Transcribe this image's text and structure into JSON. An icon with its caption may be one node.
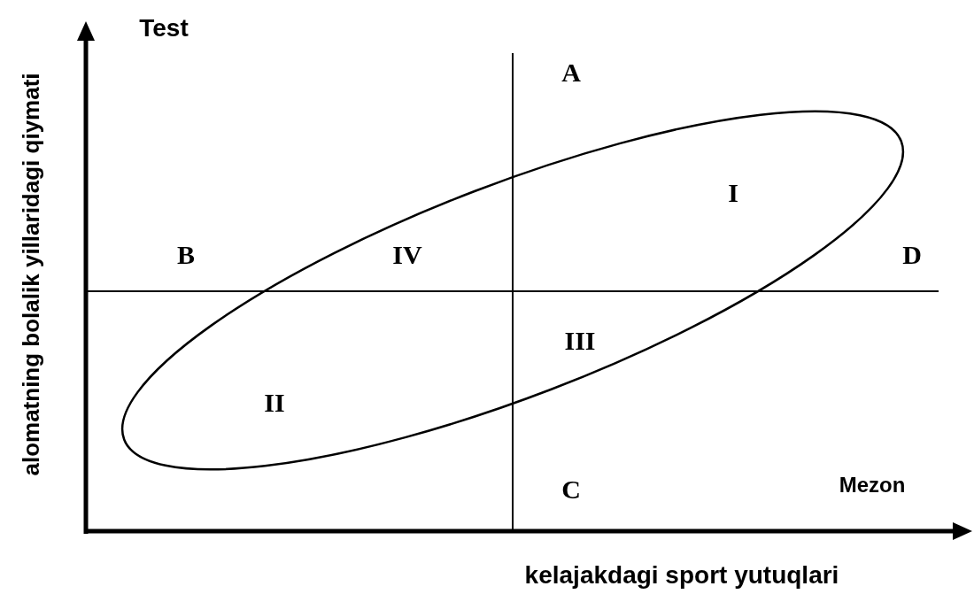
{
  "diagram": {
    "labels": [
      "Test",
      "A",
      "B",
      "IV",
      "I",
      "D",
      "III",
      "II",
      "C",
      "Mezon",
      "alomatning bolalik yillaridagi qiymati",
      "kelajakdagi sport yutuqlari"
    ]
  }
}
